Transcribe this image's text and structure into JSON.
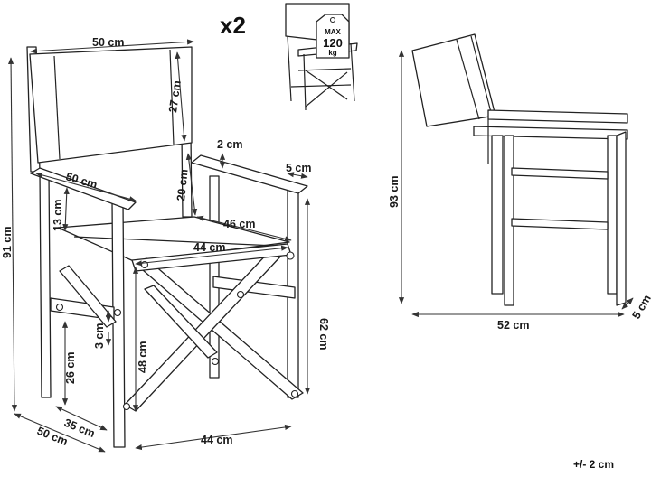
{
  "figure": {
    "quantity_badge": "x2",
    "max_weight": {
      "max": "MAX",
      "value": "120",
      "unit": "kg"
    },
    "tolerance": "+/- 2 cm"
  },
  "front_view": {
    "backrest_width": "50 cm",
    "backrest_height": "27 cm",
    "armrest_gap": "2 cm",
    "armrest_width": "5 cm",
    "armrest_length": "50 cm",
    "back_to_arm_height": "20 cm",
    "arm_to_seat_height": "13 cm",
    "seat_depth": "46 cm",
    "seat_width": "44 cm",
    "total_height": "91 cm",
    "seat_height": "48 cm",
    "side_height": "62 cm",
    "stretcher_gap": "3 cm",
    "stretcher_height": "26 cm",
    "foot_depth": "35 cm",
    "base_depth": "50 cm",
    "base_width": "44 cm"
  },
  "side_view": {
    "folded_height": "93 cm",
    "folded_length": "52 cm",
    "folded_thickness": "5 cm"
  }
}
